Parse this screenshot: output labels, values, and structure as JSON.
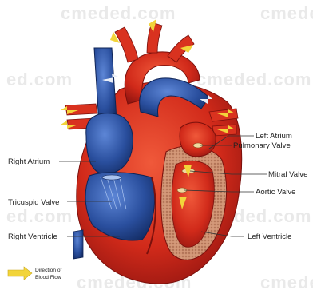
{
  "watermark": "cmeded.com",
  "watermark_partial": "ed.com",
  "labels": {
    "left_atrium": "Left Atrium",
    "pulmonary_valve": "Pulmonary Valve",
    "right_atrium": "Right Atrium",
    "mitral_valve": "Mitral Valve",
    "aortic_valve": "Aortic Valve",
    "tricuspid_valve": "Tricuspid Valve",
    "right_ventricle": "Right Ventricle",
    "left_ventricle": "Left Ventricle"
  },
  "legend": {
    "line1": "Direction of",
    "line2": "Blood Flow"
  },
  "colors": {
    "oxygenated": "#d8281b",
    "deoxygenated": "#2b52a6",
    "flow_arrow": "#f2d43a",
    "myocardium": "#c98a6a"
  }
}
